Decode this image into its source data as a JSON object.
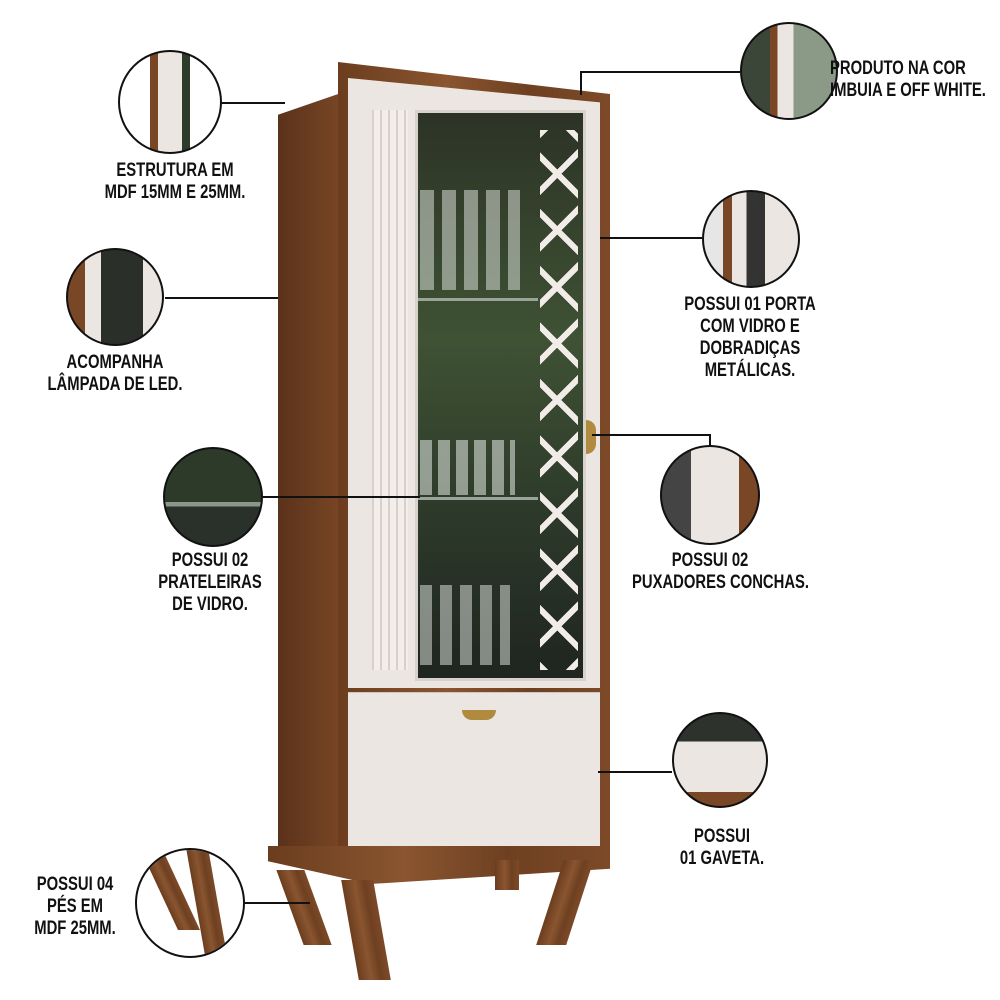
{
  "callouts": [
    {
      "id": "estrutura",
      "lines": [
        "ESTRUTURA EM",
        "MDF 15MM E 25MM."
      ]
    },
    {
      "id": "cor",
      "lines": [
        "PRODUTO NA COR",
        "IMBUIA E OFF WHITE."
      ]
    },
    {
      "id": "porta",
      "lines": [
        "POSSUI 01 PORTA",
        "COM VIDRO E",
        "DOBRADIÇAS",
        "METÁLICAS."
      ]
    },
    {
      "id": "lampada",
      "lines": [
        "ACOMPANHA",
        "LÂMPADA DE LED."
      ]
    },
    {
      "id": "prateleiras",
      "lines": [
        "POSSUI 02",
        "PRATELEIRAS",
        "DE VIDRO."
      ]
    },
    {
      "id": "puxadores",
      "lines": [
        "POSSUI 02",
        "PUXADORES CONCHAS."
      ]
    },
    {
      "id": "gaveta",
      "lines": [
        "POSSUI",
        "01 GAVETA."
      ]
    },
    {
      "id": "pes",
      "lines": [
        "POSSUI 04",
        "PÉS EM",
        "MDF 25MM."
      ]
    }
  ],
  "colors": {
    "wood": "#7a4726",
    "offwhite": "#ece6e2",
    "line": "#111111"
  }
}
